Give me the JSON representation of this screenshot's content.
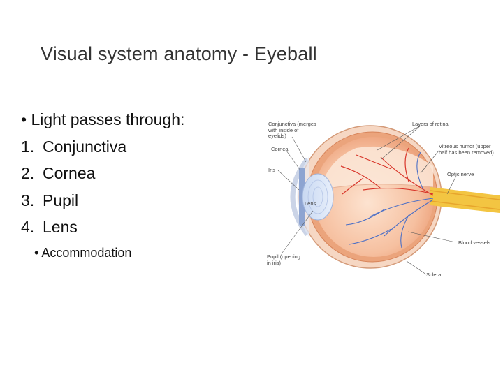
{
  "slide": {
    "title": "Visual system anatomy - Eyeball",
    "intro_bullet": "Light passes through:",
    "list": [
      {
        "num": "1.",
        "text": "Conjunctiva"
      },
      {
        "num": "2.",
        "text": "Cornea"
      },
      {
        "num": "3.",
        "text": "Pupil"
      },
      {
        "num": "4.",
        "text": "Lens"
      }
    ],
    "sub_bullet": "Accommodation"
  },
  "figure": {
    "labels": {
      "conjunctiva_1": "Conjunctiva (merges",
      "conjunctiva_2": "with inside of",
      "conjunctiva_3": "eyelids)",
      "cornea": "Cornea",
      "iris": "Iris",
      "lens": "Lens",
      "pupil_1": "Pupil (opening",
      "pupil_2": "in iris)",
      "layers_retina": "Layers of retina",
      "vitreous_1": "Vitreous humor (upper",
      "vitreous_2": "half has been removed)",
      "optic_nerve": "Optic nerve",
      "blood_vessels": "Blood vessels",
      "sclera": "Sclera"
    }
  }
}
